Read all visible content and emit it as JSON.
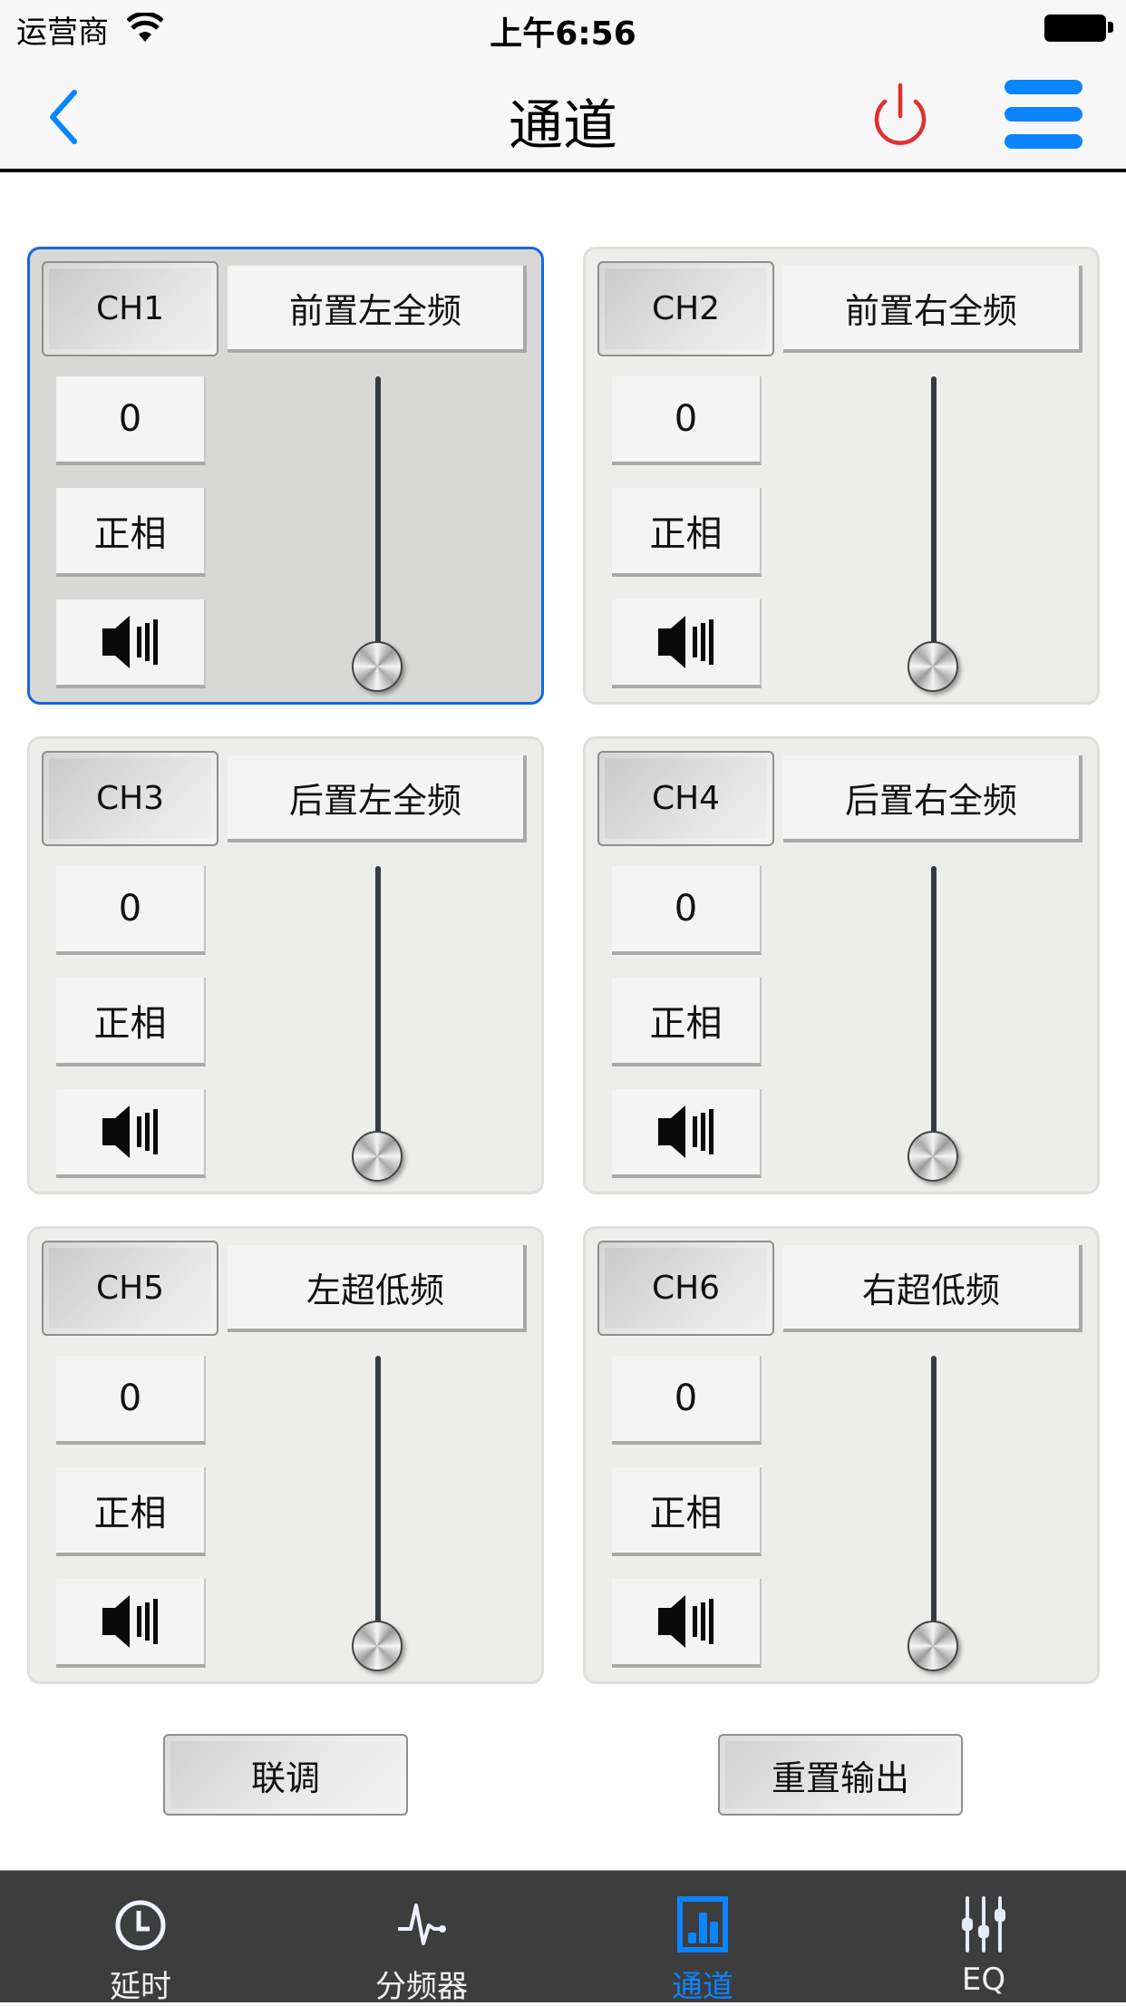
{
  "status_bar": {
    "carrier": "运营商",
    "time": "上午6:56",
    "wifi_icon": "wifi-icon",
    "battery_icon": "battery-full-icon"
  },
  "nav": {
    "title": "通道",
    "back_icon": "chevron-left-icon",
    "power_icon": "power-icon",
    "menu_icon": "hamburger-menu-icon",
    "accent_color": "#0a84ff",
    "power_color": "#e03030"
  },
  "channels": [
    {
      "id": "CH1",
      "name": "前置左全频",
      "value": "0",
      "phase": "正相",
      "mute_icon": "speaker-icon",
      "selected": true
    },
    {
      "id": "CH2",
      "name": "前置右全频",
      "value": "0",
      "phase": "正相",
      "mute_icon": "speaker-icon",
      "selected": false
    },
    {
      "id": "CH3",
      "name": "后置左全频",
      "value": "0",
      "phase": "正相",
      "mute_icon": "speaker-icon",
      "selected": false
    },
    {
      "id": "CH4",
      "name": "后置右全频",
      "value": "0",
      "phase": "正相",
      "mute_icon": "speaker-icon",
      "selected": false
    },
    {
      "id": "CH5",
      "name": "左超低频",
      "value": "0",
      "phase": "正相",
      "mute_icon": "speaker-icon",
      "selected": false
    },
    {
      "id": "CH6",
      "name": "右超低频",
      "value": "0",
      "phase": "正相",
      "mute_icon": "speaker-icon",
      "selected": false
    }
  ],
  "actions": {
    "link": "联调",
    "reset_output": "重置输出"
  },
  "tabs": [
    {
      "label": "延时",
      "icon": "clock-icon",
      "active": false
    },
    {
      "label": "分频器",
      "icon": "waveform-icon",
      "active": false
    },
    {
      "label": "通道",
      "icon": "bar-chart-icon",
      "active": true
    },
    {
      "label": "EQ",
      "icon": "equalizer-sliders-icon",
      "active": false
    }
  ]
}
